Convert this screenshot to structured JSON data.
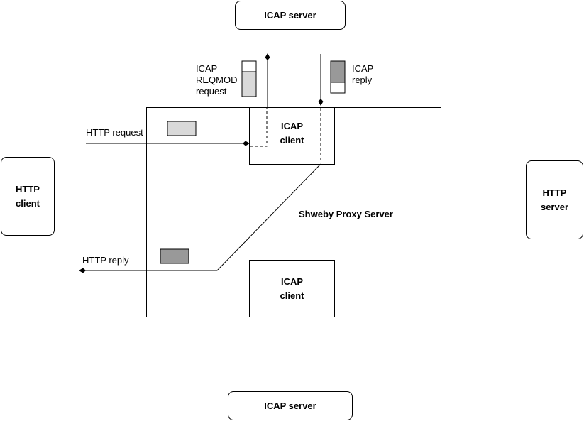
{
  "icap_server_top": "ICAP server",
  "icap_server_bottom": "ICAP server",
  "http_client": "HTTP\nclient",
  "http_server": "HTTP\nserver",
  "proxy_label": "Shweby Proxy Server",
  "icap_client_top": "ICAP\nclient",
  "icap_client_bottom": "ICAP\nclient",
  "reqmod_label": "ICAP\nREQMOD\nrequest",
  "icap_reply_label": "ICAP\nreply",
  "http_request_label": "HTTP request",
  "http_reply_label": "HTTP reply",
  "colors": {
    "light_fill": "#d9d9d9",
    "dark_fill": "#999999",
    "line": "#000000"
  }
}
